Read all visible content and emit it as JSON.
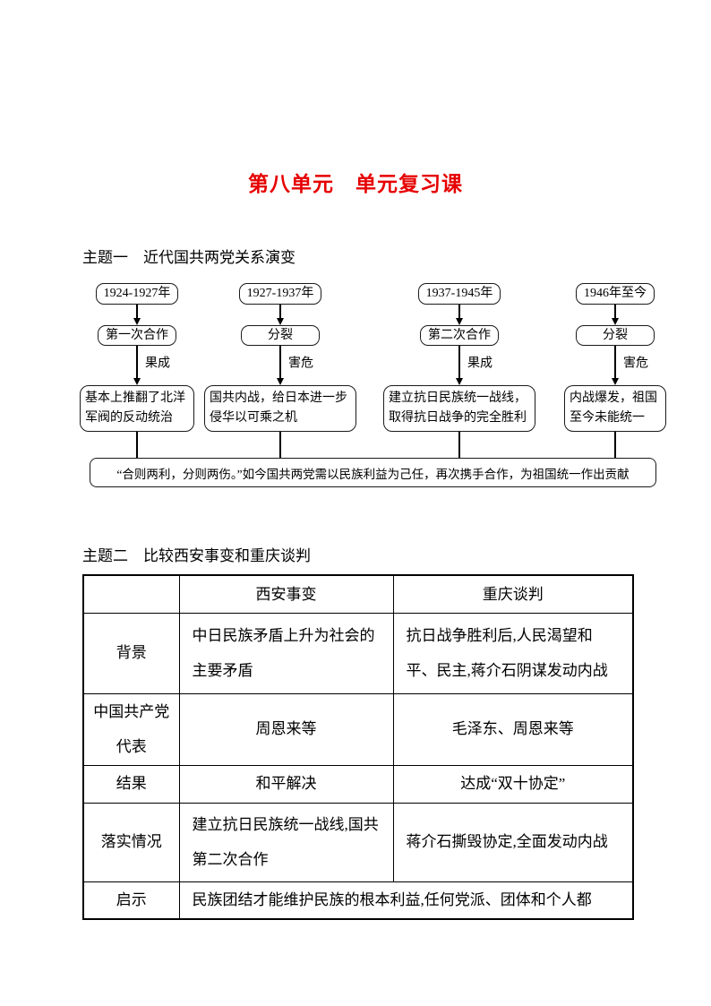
{
  "doc": {
    "title": "第八单元　单元复习课",
    "title_color": "#e60000"
  },
  "theme1": {
    "heading": "主题一　近代国共两党关系演变",
    "columns": [
      {
        "period": "1924-1927年",
        "status": "第一次合作",
        "arrow_label": "成果",
        "result": "基本上推翻了北洋军阀的反动统治"
      },
      {
        "period": "1927-1937年",
        "status": "分裂",
        "arrow_label": "危害",
        "result": "国共内战，给日本进一步侵华以可乘之机"
      },
      {
        "period": "1937-1945年",
        "status": "第二次合作",
        "arrow_label": "成果",
        "result": "建立抗日民族统一战线，取得抗日战争的完全胜利"
      },
      {
        "period": "1946年至今",
        "status": "分裂",
        "arrow_label": "危害",
        "result": "内战爆发，祖国至今未能统一"
      }
    ],
    "conclusion": "“合则两利，分则两伤。”如今国共两党需以民族利益为己任，再次携手合作，为祖国统一作出贡献"
  },
  "theme2": {
    "heading": "主题二　比较西安事变和重庆谈判",
    "table": {
      "header": {
        "col1": "",
        "col2": "西安事变",
        "col3": "重庆谈判"
      },
      "rows": [
        {
          "label": "背景",
          "xian": "中日民族矛盾上升为社会的主要矛盾",
          "chongqing": "抗日战争胜利后,人民渴望和平、民主,蒋介石阴谋发动内战"
        },
        {
          "label": "中国共产党代表",
          "xian": "周恩来等",
          "chongqing": "毛泽东、周恩来等"
        },
        {
          "label": "结果",
          "xian": "和平解决",
          "chongqing": "达成“双十协定”"
        },
        {
          "label": "落实情况",
          "xian": "建立抗日民族统一战线,国共第二次合作",
          "chongqing": "蒋介石撕毁协定,全面发动内战"
        },
        {
          "label": "启示",
          "span": "民族团结才能维护民族的根本利益,任何党派、团体和个人都"
        }
      ]
    }
  }
}
